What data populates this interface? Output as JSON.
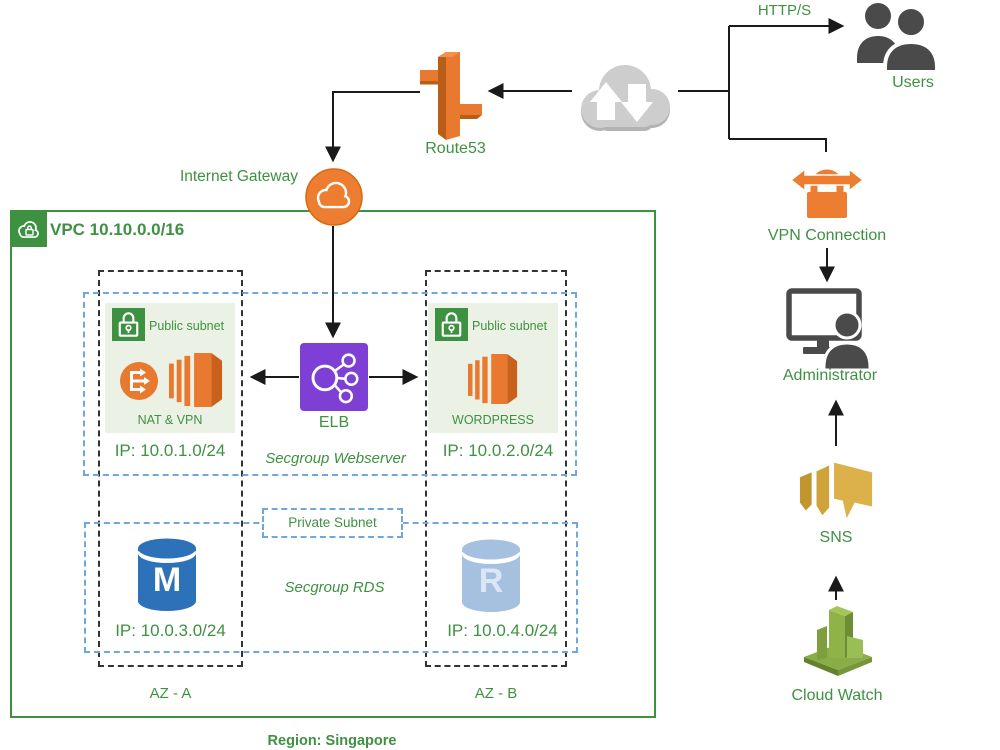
{
  "colors": {
    "green": "#3f9142",
    "orange": "#ed7d31",
    "orange_dark": "#c9611c",
    "purple": "#7d3fd4",
    "dark_gray": "#4a4a4a",
    "cloud_gray": "#cdcdcd",
    "dashed_black": "#333333",
    "dashed_blue": "#6fa8dc",
    "subnet_bg": "#ecf1e5",
    "mysql_blue": "#2d72b8",
    "replica_blue": "#a6c1e0",
    "sns_gold": "#d4a844",
    "cloudwatch_green": "#8fb349",
    "wire": "#1a1a1a"
  },
  "external": {
    "https": "HTTP/S",
    "users": "Users",
    "route53": "Route53",
    "internet_gateway": "Internet Gateway"
  },
  "vpc": {
    "title": "VPC 10.10.0.0/16",
    "region": "Region: Singapore",
    "elb": "ELB",
    "secgroup_webserver": "Secgroup Webserver",
    "private_subnet": "Private Subnet",
    "secgroup_rds": "Secgroup RDS",
    "az_a": {
      "name": "AZ - A",
      "public_subnet": {
        "label": "Public subnet",
        "instance": "NAT & VPN",
        "ip": "IP: 10.0.1.0/24"
      },
      "db": {
        "letter": "M",
        "ip": "IP: 10.0.3.0/24"
      }
    },
    "az_b": {
      "name": "AZ - B",
      "public_subnet": {
        "label": "Public subnet",
        "instance": "WORDPRESS",
        "ip": "IP: 10.0.2.0/24"
      },
      "db": {
        "letter": "R",
        "ip": "IP: 10.0.4.0/24"
      }
    }
  },
  "management": {
    "vpn_connection": "VPN Connection",
    "administrator": "Administrator",
    "sns": "SNS",
    "cloud_watch": "Cloud Watch"
  },
  "icons": {
    "users-icon": "two-person silhouette",
    "internet-cloud-icon": "gray cloud with white up/down arrows",
    "route53-icon": "orange 3D signpost",
    "internet-gateway-icon": "orange circle with white cloud outline",
    "vpc-cloud-lock-icon": "white cloud with padlock on green tab",
    "subnet-lock-icon": "white padlock on green square",
    "nat-gateway-icon": "orange circle with branching right arrows",
    "ec2-instance-icon": "orange 3D instance with stacked slices",
    "elb-icon": "purple square with node fan-out circles",
    "mysql-db-icon": "blue database cylinder with letter M",
    "rds-replica-icon": "light blue database cylinder with letter R",
    "vpn-lock-icon": "orange padlock with double horizontal arrow",
    "administrator-icon": "monitor with person silhouette",
    "sns-icon": "gold layered message panels",
    "cloudwatch-icon": "green 3D blocks on platform"
  }
}
